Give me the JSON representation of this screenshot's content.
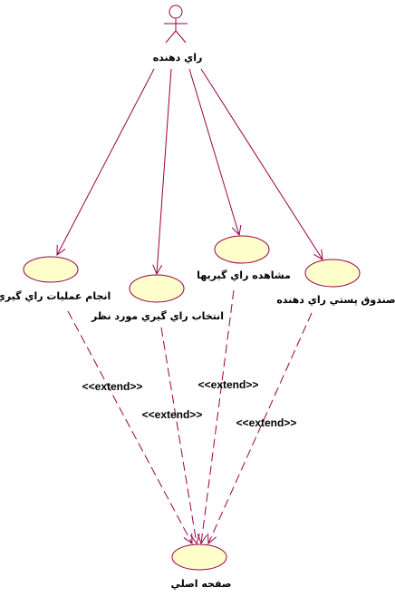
{
  "actor": {
    "name": "راي دهنده"
  },
  "use_cases": [
    {
      "id": "perform-voting",
      "label": "انجام عمليات راي گيري"
    },
    {
      "id": "select-poll",
      "label": "انتخاب راي گيري مورد نظر"
    },
    {
      "id": "view-polls",
      "label": "مشاهده راي گيريها"
    },
    {
      "id": "voter-mailbox",
      "label": "صندوق پستي راي دهنده"
    },
    {
      "id": "home-page",
      "label": "صفحه اصلي"
    }
  ],
  "extend_label": "<<extend>>",
  "colors": {
    "line": "#990044",
    "ellipse_fill": "#ffffcc",
    "ellipse_stroke": "#990044"
  }
}
